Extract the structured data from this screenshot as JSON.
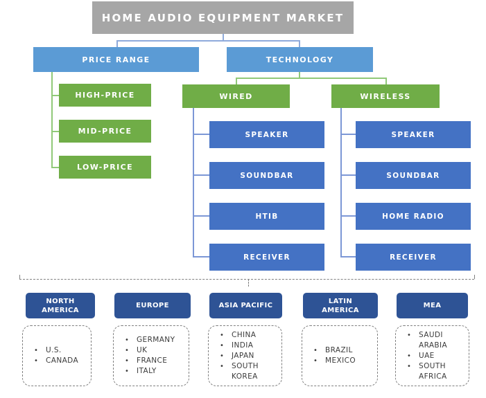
{
  "title": "HOME AUDIO EQUIPMENT MARKET",
  "segments": {
    "price_range": {
      "label": "PRICE RANGE",
      "children": [
        "HIGH-PRICE",
        "MID-PRICE",
        "LOW-PRICE"
      ]
    },
    "technology": {
      "label": "TECHNOLOGY",
      "wired": {
        "label": "WIRED",
        "children": [
          "SPEAKER",
          "SOUNDBAR",
          "HTIB",
          "RECEIVER"
        ]
      },
      "wireless": {
        "label": "WIRELESS",
        "children": [
          "SPEAKER",
          "SOUNDBAR",
          "HOME RADIO",
          "RECEIVER"
        ]
      }
    }
  },
  "regions": [
    {
      "name": "NORTH AMERICA",
      "countries": [
        "U.S.",
        "CANADA"
      ]
    },
    {
      "name": "EUROPE",
      "countries": [
        "GERMANY",
        "UK",
        "FRANCE",
        "ITALY"
      ]
    },
    {
      "name": "ASIA PACIFIC",
      "countries": [
        "CHINA",
        "INDIA",
        "JAPAN",
        "SOUTH KOREA"
      ]
    },
    {
      "name": "LATIN AMERICA",
      "countries": [
        "BRAZIL",
        "MEXICO"
      ]
    },
    {
      "name": "MEA",
      "countries": [
        "SAUDI ARABIA",
        "UAE",
        "SOUTH AFRICA"
      ]
    }
  ],
  "colors": {
    "title_bg": "#a6a6a6",
    "level2_bg": "#5b9bd5",
    "green_bg": "#70ad47",
    "child_bg": "#4472c4",
    "region_bg": "#2e5395"
  }
}
